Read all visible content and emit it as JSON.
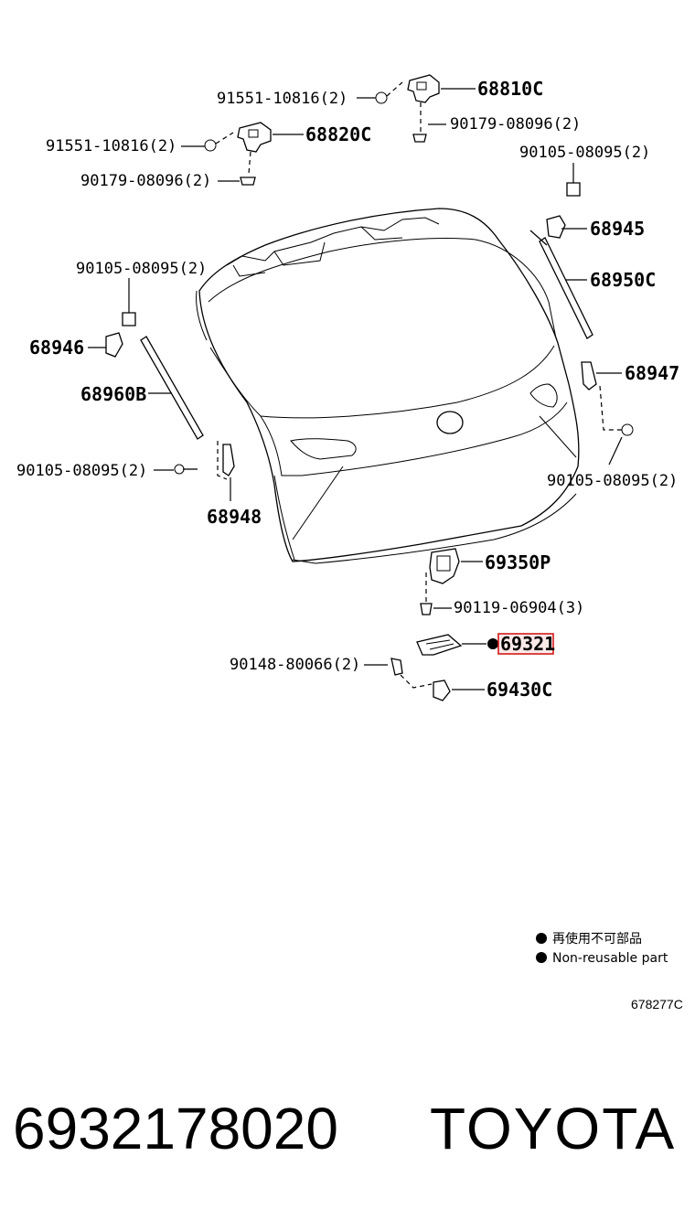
{
  "diagram": {
    "callouts": {
      "bolt_91551_top": "91551-10816(2)",
      "hinge_68810C": "68810C",
      "nut_90179_top": "90179-08096(2)",
      "bolt_91551_left": "91551-10816(2)",
      "hinge_68820C": "68820C",
      "nut_90179_left": "90179-08096(2)",
      "bolt_90105_right_top": "90105-08095(2)",
      "bracket_68945": "68945",
      "strut_68950C": "68950C",
      "bolt_90105_left_top": "90105-08095(2)",
      "bracket_68946": "68946",
      "strut_68960B": "68960B",
      "bracket_68947": "68947",
      "bolt_90105_left_bottom": "90105-08095(2)",
      "bracket_68948": "68948",
      "bolt_90105_right_bottom": "90105-08095(2)",
      "lock_69350P": "69350P",
      "bolt_90119": "90119-06904(3)",
      "striker_69321": "69321",
      "screw_90148": "90148-80066(2)",
      "striker_69430C": "69430C"
    },
    "highlighted_part": "69321",
    "highlight_color": "#d11a1a"
  },
  "legend": {
    "non_reusable_jp": "再使用不可部品",
    "non_reusable_en": "Non-reusable part"
  },
  "figure_code": "678277C",
  "footer": {
    "part_number": "6932178020",
    "brand": "TOYOTA"
  }
}
